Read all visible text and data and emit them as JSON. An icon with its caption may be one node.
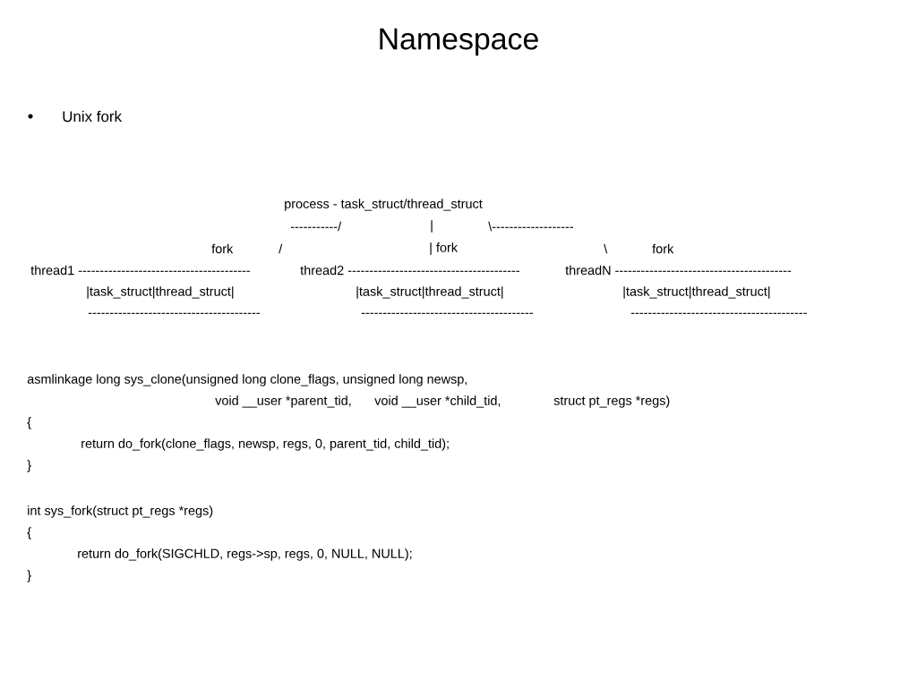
{
  "diagram": {
    "title": "Namespace",
    "labels": [
      "Unix fork",
      "process - task_struct/thread_struct",
      "-----------/",
      "|",
      "\\-------------------",
      "fork",
      "/",
      "| fork",
      "\\",
      "fork",
      "thread1 ----------------------------------------",
      "thread2 ----------------------------------------",
      "threadN -----------------------------------------",
      "|task_struct|thread_struct|",
      "|task_struct|thread_struct|",
      "|task_struct|thread_struct|",
      "----------------------------------------",
      "----------------------------------------",
      "-----------------------------------------",
      "asmlinkage long sys_clone(unsigned long clone_flags,  unsigned long newsp,",
      "void __user *parent_tid,",
      "void __user *child_tid,",
      "struct pt_regs *regs)",
      "{",
      "return do_fork(clone_flags,  newsp, regs, 0, parent_tid, child_tid);",
      "}",
      "int sys_fork(struct pt_regs *regs)",
      "{",
      "return do_fork(SIGCHLD, regs->sp, regs, 0, NULL,  NULL);",
      "}"
    ]
  }
}
